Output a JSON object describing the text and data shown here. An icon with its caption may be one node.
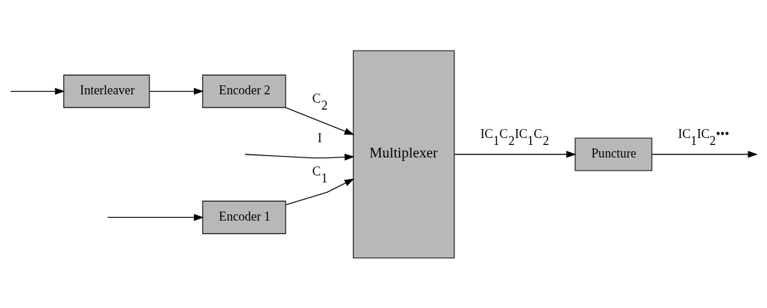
{
  "diagram": {
    "nodes": [
      {
        "text": [
          "Encoder 1"
        ]
      },
      {
        "text": [
          "Multiplexer"
        ]
      },
      {
        "text": [
          "Puncture"
        ]
      },
      {
        "text": [
          "Interleaver"
        ]
      },
      {
        "text": [
          "Encoder 2"
        ]
      }
    ],
    "edges": [
      {
        "from": null,
        "to": 1,
        "arrow": "to",
        "label": "I"
      },
      {
        "from": null,
        "to": 0,
        "arrow": "to"
      },
      {
        "from": null,
        "to": 3,
        "arrow": "to"
      },
      {
        "from": 0,
        "to": 1,
        "arrow": "to",
        "label": "C$_{1}$"
      },
      {
        "from": 3,
        "to": 4,
        "arrow": "to"
      },
      {
        "from": 4,
        "to": 1,
        "arrow": "to",
        "label": "C$_{2}$"
      },
      {
        "from": 1,
        "to": 2,
        "arrow": "to",
        "label": "IC$_{1}$C$_{2}$IC$_{1}$C$_{2}$"
      },
      {
        "from": 2,
        "to": null,
        "arrow": "to",
        "label": "IC$_{1}$IC$_{2}$•••"
      }
    ]
  }
}
